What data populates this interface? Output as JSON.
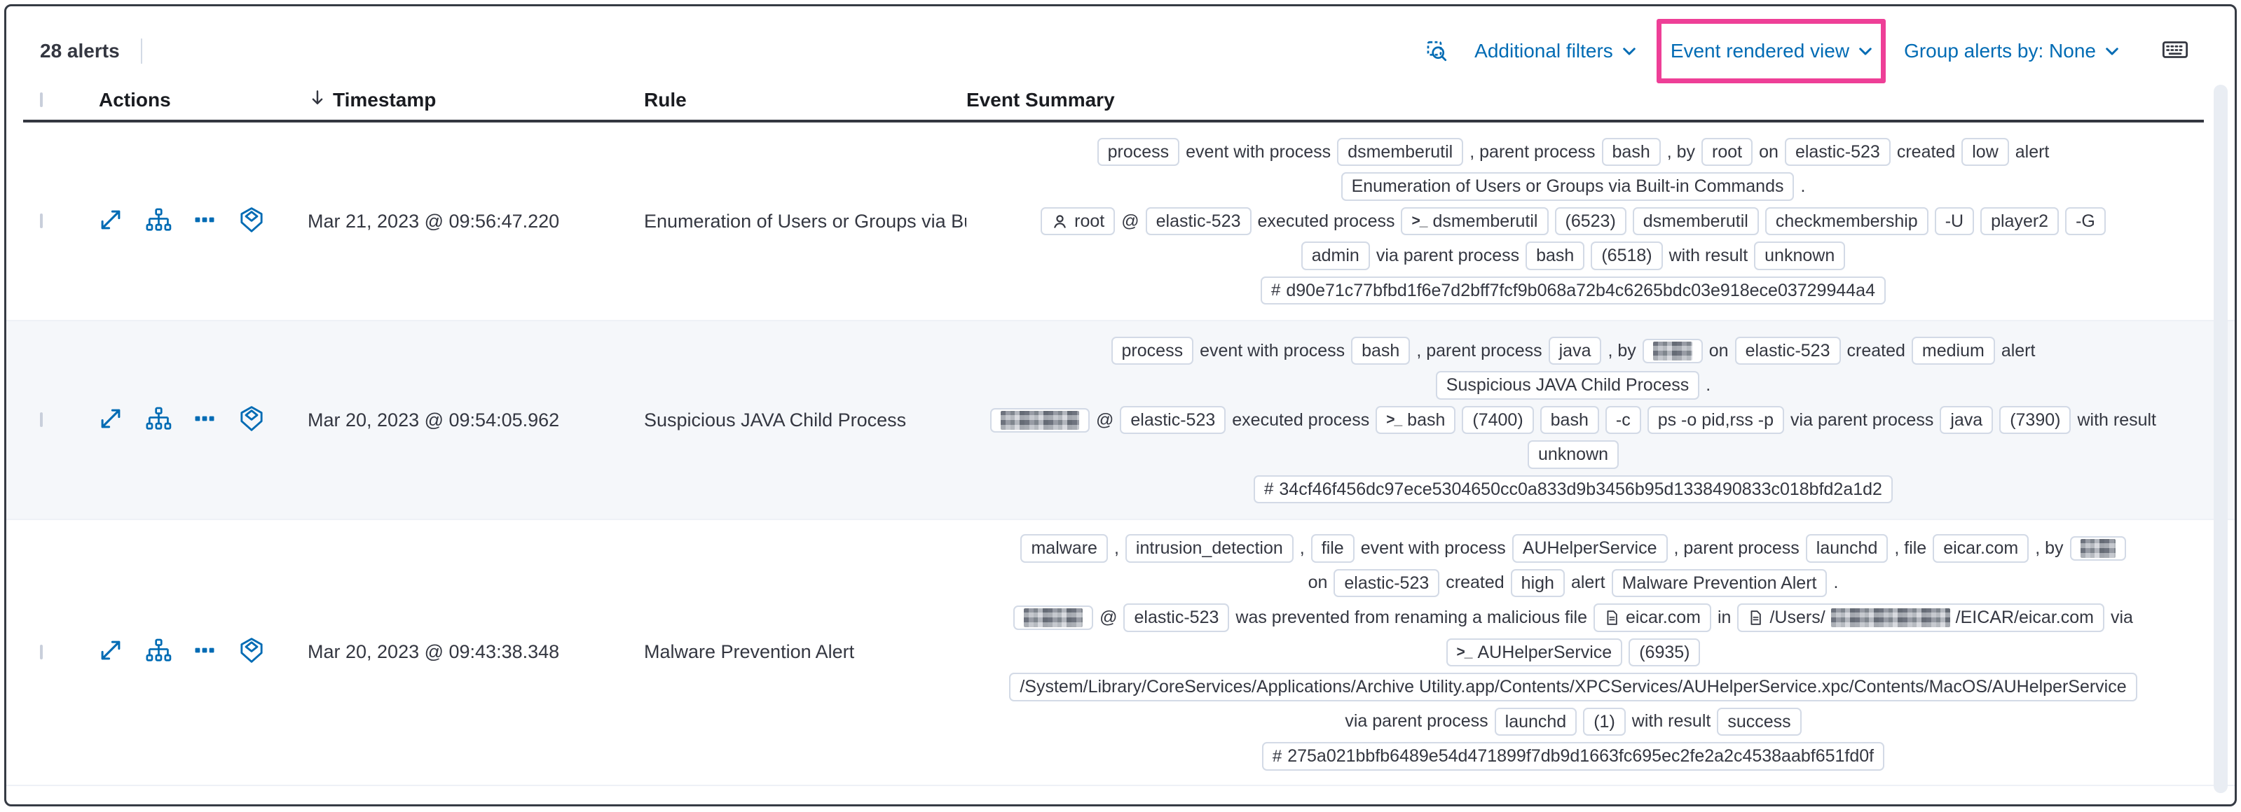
{
  "colors": {
    "accent_highlight": "#ee3f97",
    "link_blue": "#006bb4",
    "text": "#343741"
  },
  "toolbar": {
    "alert_count": "28 alerts",
    "additional_filters_label": "Additional filters",
    "view_selector_label": "Event rendered view",
    "group_by_label": "Group alerts by: None"
  },
  "annotations": {
    "highlight": {
      "target": "Event rendered view",
      "color": "#ee3f97"
    }
  },
  "icons": {
    "toolbar": [
      "inspect-icon",
      "chevron-down-icon",
      "keyboard-icon"
    ],
    "row_actions": [
      "expand-alert-icon",
      "analyze-event-icon",
      "more-actions-icon",
      "session-viewer-icon"
    ],
    "header": [
      "sort-down-icon"
    ],
    "badge_icons": [
      "user-icon",
      "terminal-prompt-icon",
      "file-icon",
      "hash-icon"
    ]
  },
  "table": {
    "headers": {
      "actions": "Actions",
      "timestamp": "Timestamp",
      "rule": "Rule",
      "event_summary": "Event Summary"
    },
    "rows": [
      {
        "timestamp": "Mar 21, 2023 @ 09:56:47.220",
        "rule": "Enumeration of Users or Groups via Bui",
        "lines": [
          [
            {
              "badge": "process"
            },
            {
              "text": "event with process"
            },
            {
              "badge": "dsmemberutil"
            },
            {
              "text": ", parent process"
            },
            {
              "badge": "bash"
            },
            {
              "text": ", by"
            },
            {
              "badge": "root"
            },
            {
              "text": "on"
            },
            {
              "badge": "elastic-523"
            },
            {
              "text": "created"
            },
            {
              "badge": "low"
            },
            {
              "text": "alert"
            }
          ],
          [
            {
              "badge": "Enumeration of Users or Groups via Built-in Commands"
            },
            {
              "text": "."
            }
          ],
          [
            {
              "badge": "root",
              "icon": "user"
            },
            {
              "text": "@"
            },
            {
              "badge": "elastic-523"
            },
            {
              "text": "executed process"
            },
            {
              "badge": "dsmemberutil",
              "icon": "terminal"
            },
            {
              "badge": "(6523)"
            },
            {
              "badge": "dsmemberutil"
            },
            {
              "badge": "checkmembership"
            },
            {
              "badge": "-U"
            },
            {
              "badge": "player2"
            },
            {
              "badge": "-G"
            }
          ],
          [
            {
              "badge": "admin"
            },
            {
              "text": "via parent process"
            },
            {
              "badge": "bash"
            },
            {
              "badge": "(6518)"
            },
            {
              "text": "with result"
            },
            {
              "badge": "unknown"
            }
          ],
          [
            {
              "badge": "d90e71c77bfbd1f6e7d2bff7fcf9b068a72b4c6265bdc03e918ece03729944a4",
              "icon": "hash"
            }
          ]
        ]
      },
      {
        "timestamp": "Mar 20, 2023 @ 09:54:05.962",
        "rule": "Suspicious JAVA Child Process",
        "lines": [
          [
            {
              "badge": "process"
            },
            {
              "text": "event with process"
            },
            {
              "badge": "bash"
            },
            {
              "text": ", parent process"
            },
            {
              "badge": "java"
            },
            {
              "text": ", by"
            },
            {
              "redacted": true,
              "w": 56
            },
            {
              "text": "on"
            },
            {
              "badge": "elastic-523"
            },
            {
              "text": "created"
            },
            {
              "badge": "medium"
            },
            {
              "text": "alert"
            }
          ],
          [
            {
              "badge": "Suspicious JAVA Child Process"
            },
            {
              "text": "."
            }
          ],
          [
            {
              "redacted": true,
              "w": 112
            },
            {
              "text": "@"
            },
            {
              "badge": "elastic-523"
            },
            {
              "text": "executed process"
            },
            {
              "badge": "bash",
              "icon": "terminal"
            },
            {
              "badge": "(7400)"
            },
            {
              "badge": "bash"
            },
            {
              "badge": "-c"
            },
            {
              "badge": "ps -o pid,rss -p"
            },
            {
              "text": "via parent process"
            },
            {
              "badge": "java"
            },
            {
              "badge": "(7390)"
            },
            {
              "text": "with result"
            }
          ],
          [
            {
              "badge": "unknown"
            }
          ],
          [
            {
              "badge": "34cf46f456dc97ece5304650cc0a833d9b3456b95d1338490833c018bfd2a1d2",
              "icon": "hash"
            }
          ]
        ]
      },
      {
        "timestamp": "Mar 20, 2023 @ 09:43:38.348",
        "rule": "Malware Prevention Alert",
        "lines": [
          [
            {
              "badge": "malware"
            },
            {
              "text": ","
            },
            {
              "badge": "intrusion_detection"
            },
            {
              "text": ","
            },
            {
              "badge": "file"
            },
            {
              "text": "event with process"
            },
            {
              "badge": "AUHelperService"
            },
            {
              "text": ", parent process"
            },
            {
              "badge": "launchd"
            },
            {
              "text": ", file"
            },
            {
              "badge": "eicar.com"
            },
            {
              "text": ", by"
            },
            {
              "redacted": true,
              "w": 50
            }
          ],
          [
            {
              "text": "on"
            },
            {
              "badge": "elastic-523"
            },
            {
              "text": "created"
            },
            {
              "badge": "high"
            },
            {
              "text": "alert"
            },
            {
              "badge": "Malware Prevention Alert"
            },
            {
              "text": "."
            }
          ],
          [
            {
              "redacted": true,
              "w": 84
            },
            {
              "text": "@"
            },
            {
              "badge": "elastic-523"
            },
            {
              "text": "was prevented from renaming a malicious file"
            },
            {
              "badge": "eicar.com",
              "icon": "file"
            },
            {
              "text": "in"
            },
            {
              "icon": "file",
              "parts": [
                {
                  "text": "/Users/"
                },
                {
                  "redacted": true,
                  "w": 170
                },
                {
                  "text": "/EICAR/eicar.com"
                }
              ]
            },
            {
              "text": "via"
            }
          ],
          [
            {
              "badge": "AUHelperService",
              "icon": "terminal"
            },
            {
              "badge": "(6935)"
            }
          ],
          [
            {
              "badge": "/System/Library/CoreServices/Applications/Archive Utility.app/Contents/XPCServices/AUHelperService.xpc/Contents/MacOS/AUHelperService"
            }
          ],
          [
            {
              "text": "via parent process"
            },
            {
              "badge": "launchd"
            },
            {
              "badge": "(1)"
            },
            {
              "text": "with result"
            },
            {
              "badge": "success"
            }
          ],
          [
            {
              "badge": "275a021bbfb6489e54d471899f7db9d1663fc695ec2fe2a2c4538aabf651fd0f",
              "icon": "hash"
            }
          ]
        ]
      }
    ]
  }
}
